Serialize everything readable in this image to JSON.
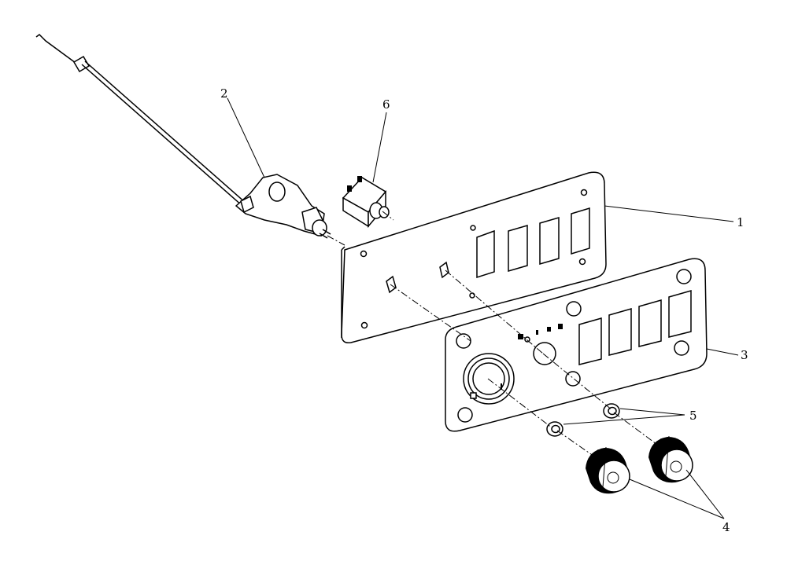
{
  "callouts": [
    {
      "id": "1",
      "label": "1",
      "part": "rear-panel"
    },
    {
      "id": "2",
      "label": "2",
      "part": "choke-cable-assembly"
    },
    {
      "id": "3",
      "label": "3",
      "part": "front-panel"
    },
    {
      "id": "4",
      "label": "4",
      "part": "knob"
    },
    {
      "id": "5",
      "label": "5",
      "part": "washer"
    },
    {
      "id": "6",
      "label": "6",
      "part": "switch"
    }
  ],
  "colors": {
    "ink": "#000000",
    "background": "#ffffff"
  }
}
